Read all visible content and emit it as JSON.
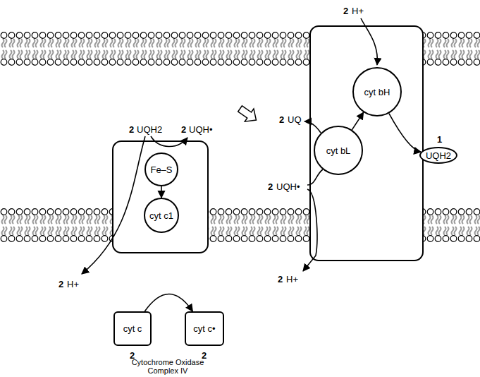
{
  "diagram": {
    "nodes": [
      {
        "text": [
          "Fe–S"
        ]
      },
      {
        "text": [
          "cyt c1"
        ]
      },
      {
        "text": [
          "cyt c"
        ]
      },
      {
        "text": [
          "cyt c•"
        ]
      },
      {
        "text": [
          "cyt bH"
        ]
      },
      {
        "text": [
          "cyt bL"
        ]
      },
      {
        "text": [
          "UQH2"
        ]
      }
    ],
    "edges": [
      {
        "from": 0,
        "to": 1,
        "arrow": "to"
      },
      {
        "from": 2,
        "to": 3,
        "arrow": "to"
      },
      {
        "from": 5,
        "to": 4,
        "arrow": "to"
      },
      {
        "from": 4,
        "to": 6,
        "arrow": "to"
      }
    ],
    "labels": [
      "2",
      "UQH2",
      "2",
      "UQH•",
      "2",
      "H+",
      "2",
      "H+",
      "2",
      "UQ",
      "2",
      "UQH•",
      "2",
      "H+",
      "1",
      "2",
      "2",
      "Cytochrome Oxidase Complex IV"
    ]
  }
}
